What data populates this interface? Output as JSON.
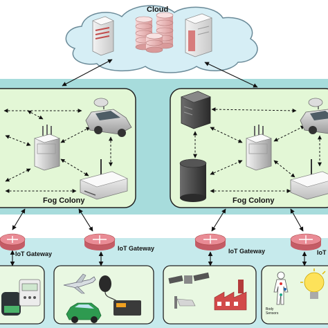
{
  "cloud": {
    "label": "Cloud"
  },
  "fog_colonies": [
    {
      "label": "Fog Colony"
    },
    {
      "label": "Fog Colony"
    }
  ],
  "gateways": [
    {
      "label": "IoT Gateway"
    },
    {
      "label": "IoT Gateway"
    },
    {
      "label": "IoT Gateway"
    },
    {
      "label": "IoT Gateway"
    }
  ],
  "sensor_panel": {
    "labels": [
      "Body",
      "Sensors"
    ]
  },
  "colors": {
    "cloud_fill": "#d6eef5",
    "fog_band": "#a7dcdc",
    "fog_colony": "#e3f7d6",
    "iot_band": "#c6eaec",
    "device_box": "#e9f8e2",
    "router": "#e27a84"
  }
}
